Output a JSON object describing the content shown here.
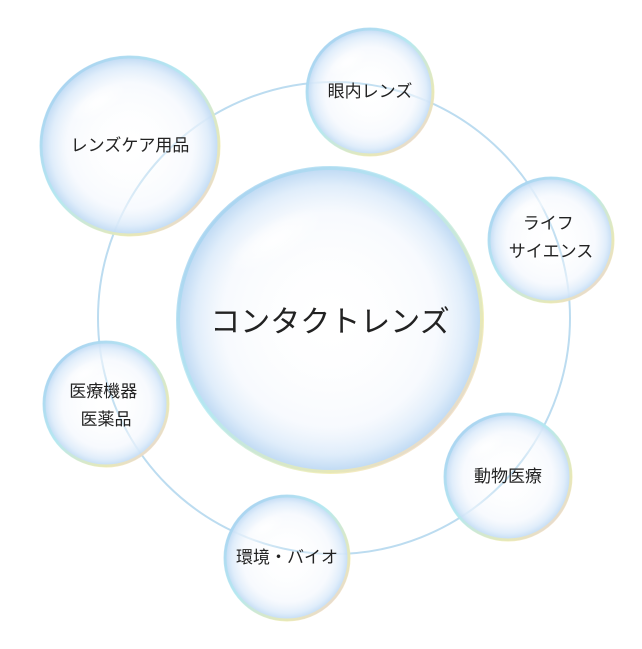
{
  "center": {
    "label": "コンタクトレンズ"
  },
  "bubbles": [
    {
      "id": "eye",
      "lines": [
        "眼内レンズ"
      ]
    },
    {
      "id": "life",
      "lines": [
        "ライフ",
        "サイエンス"
      ]
    },
    {
      "id": "vet",
      "lines": [
        "動物医療"
      ]
    },
    {
      "id": "env",
      "lines": [
        "環境・バイオ"
      ]
    },
    {
      "id": "med",
      "lines": [
        "医療機器",
        "医薬品"
      ]
    },
    {
      "id": "care",
      "lines": [
        "レンズケア用品"
      ]
    }
  ],
  "colors": {
    "ring": "#bcdcf0",
    "text": "#222222",
    "bubble_fill": "#f3f7fd",
    "bubble_edge_blue": "#9fc9f0",
    "bubble_edge_cyan": "#b4ebf0",
    "bubble_edge_yellow": "#f0eba8",
    "bubble_edge_pink": "#f2c9e3"
  }
}
